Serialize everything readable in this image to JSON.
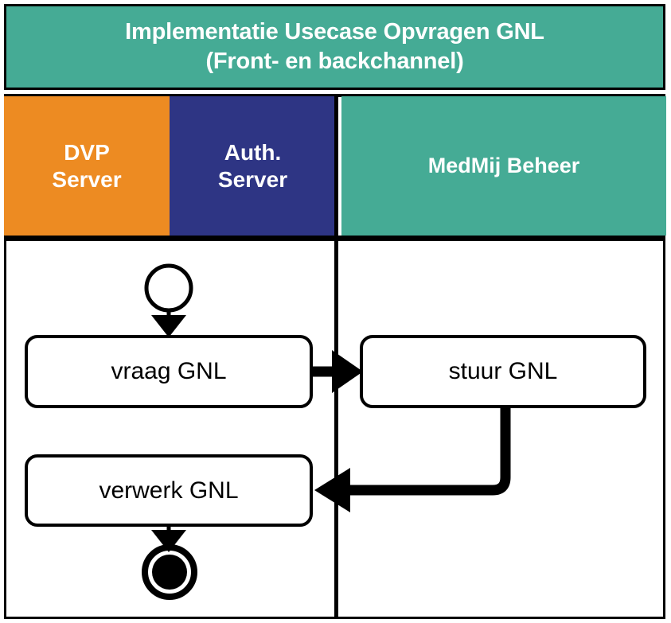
{
  "title": {
    "line1": "Implementatie Usecase Opvragen GNL",
    "line2": "(Front- en backchannel)",
    "full": "Implementatie Usecase Opvragen GNL\n(Front- en backchannel)"
  },
  "lanes": [
    {
      "id": "dvp",
      "label": "DVP\nServer",
      "color": "#ed8b22"
    },
    {
      "id": "auth",
      "label": "Auth.\nServer",
      "color": "#2e3584"
    },
    {
      "id": "medmij",
      "label": "MedMij Beheer",
      "color": "#45ab95"
    }
  ],
  "nodes": [
    {
      "id": "start",
      "type": "start-node",
      "lane": "dvp"
    },
    {
      "id": "vraag",
      "type": "activity",
      "lane": "dvp",
      "label": "vraag GNL"
    },
    {
      "id": "stuur",
      "type": "activity",
      "lane": "medmij",
      "label": "stuur GNL"
    },
    {
      "id": "verwerk",
      "type": "activity",
      "lane": "dvp",
      "label": "verwerk GNL"
    },
    {
      "id": "end",
      "type": "end-node",
      "lane": "dvp"
    }
  ],
  "edges": [
    {
      "from": "start",
      "to": "vraag",
      "style": "straight-down"
    },
    {
      "from": "vraag",
      "to": "stuur",
      "style": "straight-right"
    },
    {
      "from": "stuur",
      "to": "verwerk",
      "style": "down-then-left"
    },
    {
      "from": "verwerk",
      "to": "end",
      "style": "straight-down"
    }
  ],
  "colors": {
    "teal": "#45ab95",
    "orange": "#ed8b22",
    "blue": "#2e3584",
    "line": "#000000",
    "background": "#ffffff",
    "header_text": "#ffffff"
  }
}
